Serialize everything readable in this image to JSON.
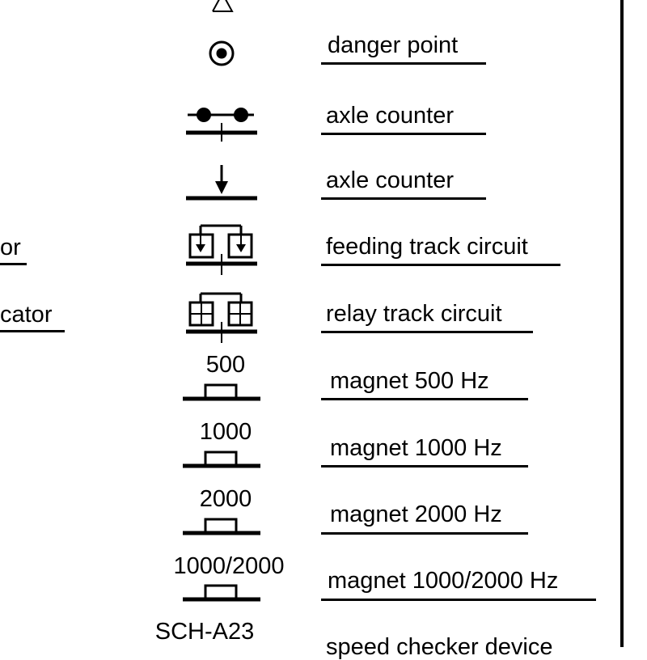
{
  "legend": {
    "left_column": [
      {
        "label": "or"
      },
      {
        "label": "cator"
      }
    ],
    "rows": [
      {
        "symbol": "triangle-outline",
        "label": ""
      },
      {
        "symbol": "circled-dot",
        "label": "danger point"
      },
      {
        "symbol": "axle-counter-dumbbell",
        "label": "axle counter"
      },
      {
        "symbol": "axle-counter-arrow",
        "label": "axle counter"
      },
      {
        "symbol": "feeding-track-circuit",
        "label": "feeding track circuit"
      },
      {
        "symbol": "relay-track-circuit",
        "label": "relay track circuit"
      },
      {
        "symbol": "magnet",
        "caption": "500",
        "label": "magnet 500 Hz"
      },
      {
        "symbol": "magnet",
        "caption": "1000",
        "label": "magnet 1000 Hz"
      },
      {
        "symbol": "magnet",
        "caption": "2000",
        "label": "magnet 2000 Hz"
      },
      {
        "symbol": "magnet",
        "caption": "1000/2000",
        "label": "magnet 1000/2000 Hz"
      },
      {
        "symbol": "speed-checker",
        "caption": "SCH-A23",
        "label": "speed checker device"
      }
    ]
  }
}
